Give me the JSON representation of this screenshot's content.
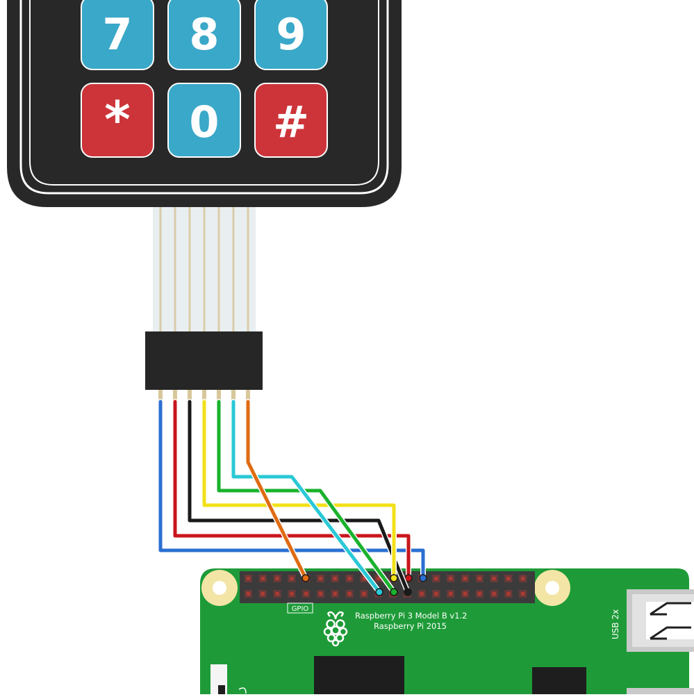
{
  "keypad": {
    "rows": [
      [
        {
          "label": "7",
          "color": "#3aa8c8"
        },
        {
          "label": "8",
          "color": "#3aa8c8"
        },
        {
          "label": "9",
          "color": "#3aa8c8"
        }
      ],
      [
        {
          "label": "*",
          "color": "#cc3439"
        },
        {
          "label": "0",
          "color": "#3aa8c8"
        },
        {
          "label": "#",
          "color": "#cc3439"
        }
      ]
    ],
    "body_color": "#282828"
  },
  "wires": [
    {
      "name": "blue",
      "color": "#2b6fd1"
    },
    {
      "name": "red",
      "color": "#c8161b"
    },
    {
      "name": "black",
      "color": "#1a1a1a"
    },
    {
      "name": "yellow",
      "color": "#f2e11a"
    },
    {
      "name": "green",
      "color": "#1ab22d"
    },
    {
      "name": "cyan",
      "color": "#2ac8d6"
    },
    {
      "name": "orange",
      "color": "#e06b12"
    }
  ],
  "board": {
    "gpio_label": "GPIO",
    "model_line1": "Raspberry Pi 3 Model B v1.2",
    "model_line2": "Raspberry Pi 2015",
    "usb_label": "USB 2x",
    "pcb_color": "#1e9b38"
  }
}
